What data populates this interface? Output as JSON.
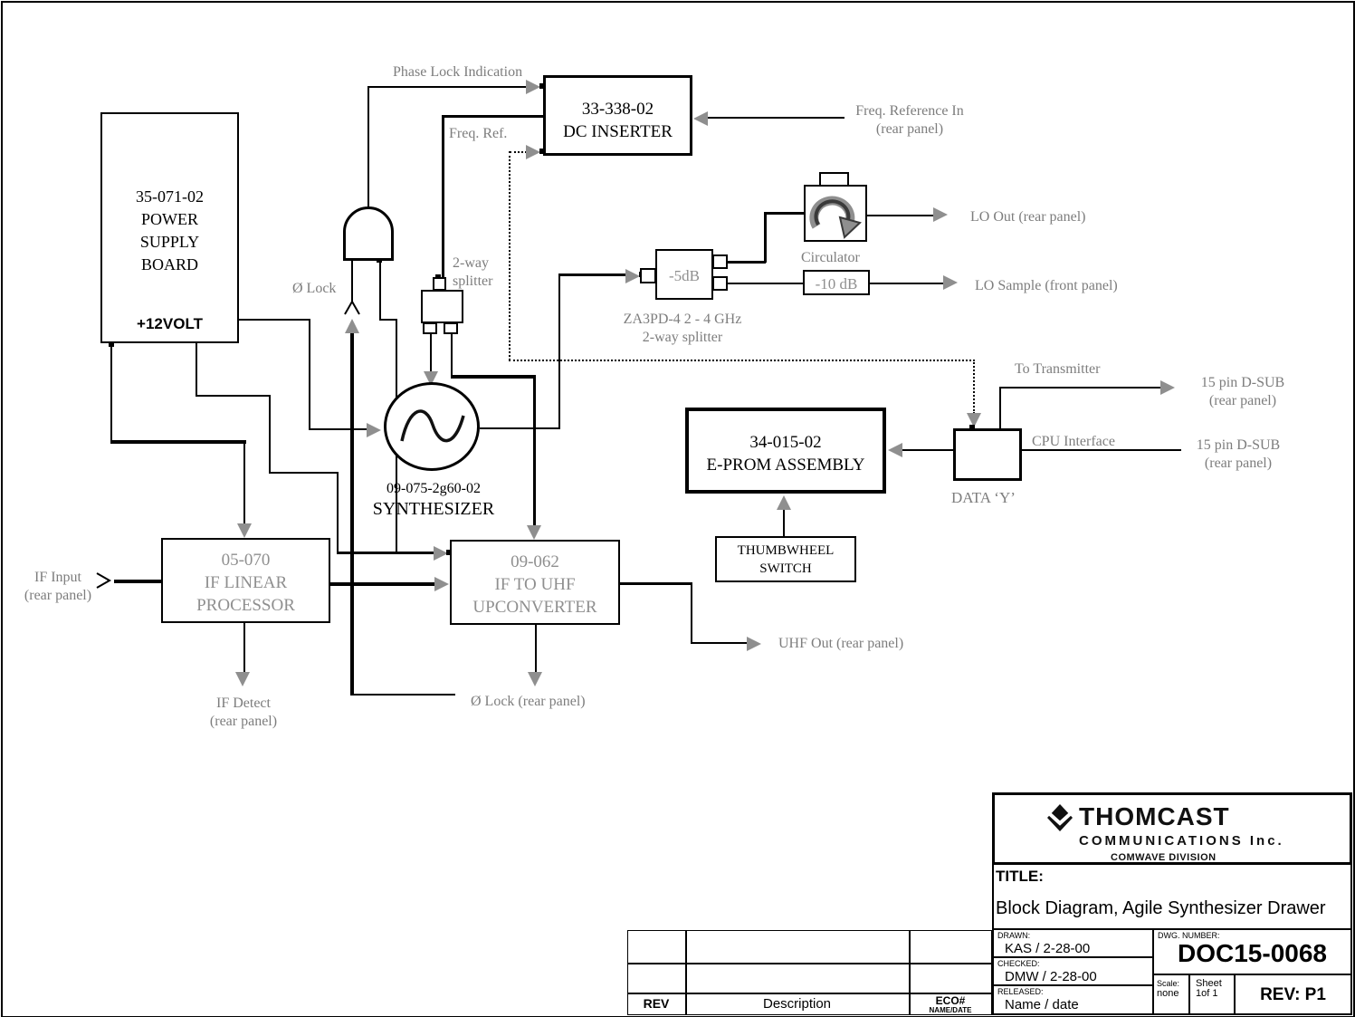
{
  "diagram": {
    "power_supply": {
      "l1": "35-071-02",
      "l2": "POWER",
      "l3": "SUPPLY",
      "l4": "BOARD",
      "voltage": "+12VOLT"
    },
    "dc_inserter": {
      "l1": "33-338-02",
      "l2": "DC INSERTER"
    },
    "synthesizer": {
      "part": "09-075-2g60-02",
      "name": "SYNTHESIZER"
    },
    "if_linear": {
      "l1": "05-070",
      "l2": "IF LINEAR",
      "l3": "PROCESSOR"
    },
    "upconverter": {
      "l1": "09-062",
      "l2": "IF TO UHF",
      "l3": "UPCONVERTER"
    },
    "eprom": {
      "l1": "34-015-02",
      "l2": "E-PROM ASSEMBLY"
    },
    "thumbwheel": {
      "l1": "THUMBWHEEL",
      "l2": "SWITCH"
    },
    "data_y": "DATA ‘Y’",
    "att5": "-5dB",
    "att10": "-10 dB",
    "labels": {
      "phase_lock": "Phase Lock Indication",
      "freq_ref": "Freq. Ref.",
      "freq_ref_in_1": "Freq. Reference In",
      "freq_ref_in_2": "(rear panel)",
      "phi_lock": "Ø Lock",
      "two_way_1": "2-way",
      "two_way_2": "splitter",
      "za3pd_1": "ZA3PD-4 2 - 4 GHz",
      "za3pd_2": "2-way splitter",
      "circulator": "Circulator",
      "lo_out": "LO Out (rear panel)",
      "lo_sample": "LO Sample (front panel)",
      "to_transmitter": "To Transmitter",
      "dsub_top_1": "15 pin D-SUB",
      "dsub_top_2": "(rear panel)",
      "cpu_interface": "CPU Interface",
      "dsub_bot_1": "15 pin D-SUB",
      "dsub_bot_2": "(rear panel)",
      "if_input_1": "IF Input",
      "if_input_2": "(rear panel)",
      "if_detect_1": "IF Detect",
      "if_detect_2": "(rear panel)",
      "phi_lock_rear": "Ø Lock (rear panel)",
      "uhf_out": "UHF Out (rear panel)"
    }
  },
  "title_block": {
    "logo": {
      "name": "THOMCAST",
      "sub": "COMMUNICATIONS Inc.",
      "division": "COMWAVE DIVISION"
    },
    "title_label": "TITLE:",
    "title": "Block Diagram, Agile Synthesizer Drawer",
    "drawn_label": "DRAWN:",
    "drawn": "KAS / 2-28-00",
    "checked_label": "CHECKED:",
    "checked": "DMW / 2-28-00",
    "released_label": "RELEASED:",
    "released": "Name / date",
    "dwg_label": "DWG. NUMBER:",
    "dwg_number": "DOC15-0068",
    "scale_label": "Scale:",
    "scale": "none",
    "sheet_label": "Sheet",
    "sheet": "1of 1",
    "rev": "REV: P1",
    "table": {
      "rev": "REV",
      "description": "Description",
      "eco": "ECO#",
      "name_date": "NAME/DATE"
    }
  },
  "colors": {
    "line": "#000000",
    "annotation": "#7d7d7d",
    "arrow": "#8f8f8f",
    "gray_box_text": "#8f8f8f"
  }
}
